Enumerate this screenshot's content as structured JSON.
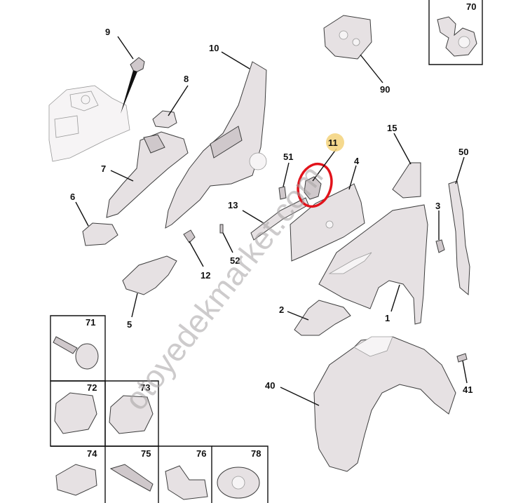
{
  "diagram": {
    "callouts": [
      "9",
      "10",
      "8",
      "7",
      "6",
      "5",
      "12",
      "52",
      "13",
      "51",
      "11",
      "4",
      "15",
      "50",
      "3",
      "1",
      "2",
      "40",
      "41",
      "90"
    ],
    "highlighted_part": "11",
    "highlight_color": "#e2131b",
    "badge_color": "#f3d27a",
    "watermark": "otoyedekmarket.com"
  },
  "fastener_boxes": {
    "top_right": "70",
    "grid": [
      "71",
      "72",
      "73",
      "74",
      "75",
      "76",
      "78"
    ]
  }
}
